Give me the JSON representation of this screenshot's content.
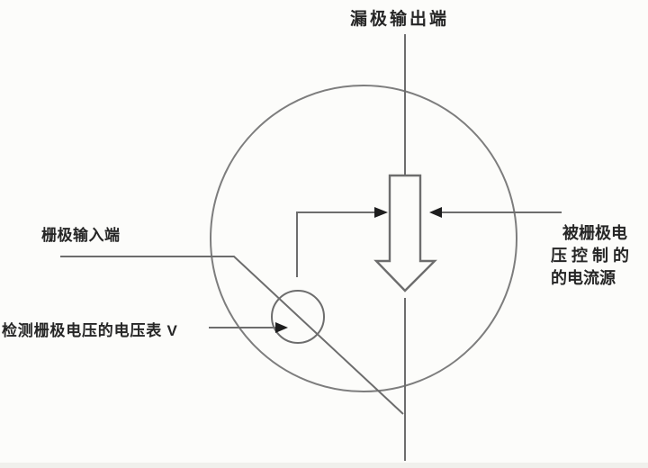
{
  "labels": {
    "drain_output": "漏极输出端",
    "gate_input": "栅极输入端",
    "voltmeter": "检测栅极电压的电压表 V",
    "current_source": {
      "lines": [
        "被栅极电",
        "压 控 制 的",
        "的电流源"
      ]
    }
  },
  "colors": {
    "line": "#6d6d6d",
    "circle": "#7d7d7d",
    "arrowhead": "#1e1e1e",
    "text": "#262626",
    "background": "#fcfcfa"
  }
}
